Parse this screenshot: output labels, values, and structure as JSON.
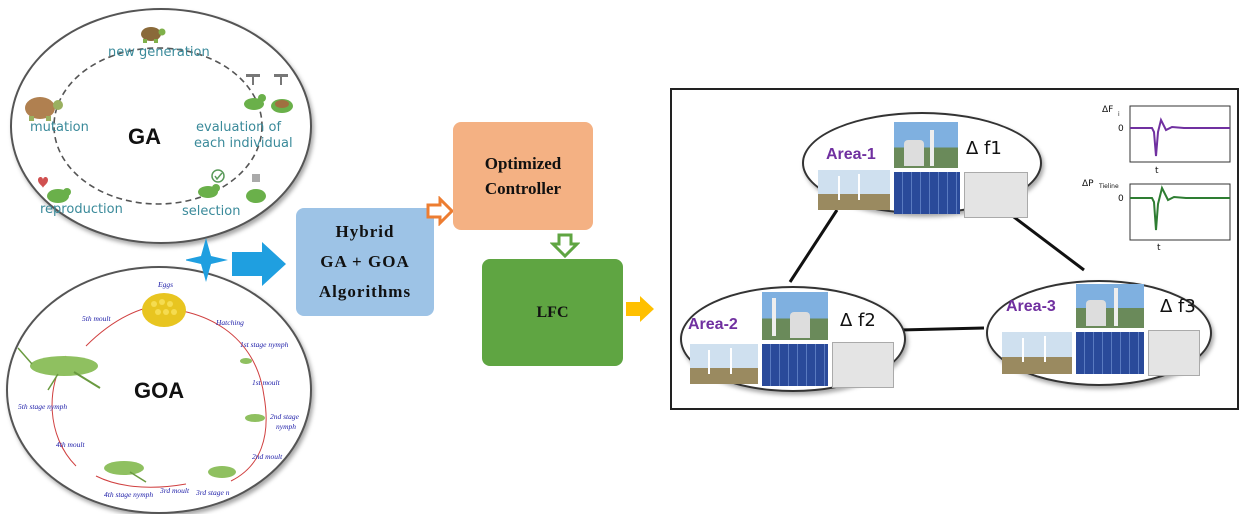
{
  "ga": {
    "title": "GA",
    "new_generation": "new generation",
    "mutation": "mutation",
    "evaluation_line1": "evaluation of",
    "evaluation_line2": "each individual",
    "reproduction": "reproduction",
    "selection": "selection"
  },
  "goa": {
    "title": "GOA",
    "eggs": "Eggs",
    "hatching": "Hatching",
    "stage1": "1st stage nymph",
    "moult1": "1st moult",
    "stage2a": "2nd stage",
    "stage2b": "nymph",
    "moult2": "2nd moult",
    "stage3": "3rd stage n",
    "moult3": "3rd moult",
    "stage4": "4th stage nymph",
    "moult4": "4th moult",
    "stage5": "5th stage nymph",
    "moult5": "5th moult"
  },
  "hybrid": {
    "line1": "Hybrid",
    "line2": "GA + GOA",
    "line3": "Algorithms"
  },
  "optimized": {
    "line1": "Optimized",
    "line2": "Controller"
  },
  "lfc": {
    "label": "LFC"
  },
  "power_system": {
    "areas": [
      {
        "label": "Area-1",
        "delta": "Δ f1"
      },
      {
        "label": "Area-2",
        "delta": "Δ f2"
      },
      {
        "label": "Area-3",
        "delta": "Δ f3"
      }
    ],
    "plot1": {
      "ylabel": "ΔF",
      "sub": "i",
      "zero": "0",
      "xlabel": "t"
    },
    "plot2": {
      "ylabel": "ΔP",
      "sub": "Tieline",
      "zero": "0",
      "xlabel": "t"
    }
  },
  "colors": {
    "hybrid_box": "#9dc3e6",
    "optimized_box": "#f4b183",
    "lfc_box": "#5fa542",
    "area_label": "#7030a0",
    "blue_arrow": "#1f9fe0",
    "orange_arrow": "#ed7d31",
    "green_arrow": "#5fa542",
    "yellow_arrow": "#ffc000"
  }
}
